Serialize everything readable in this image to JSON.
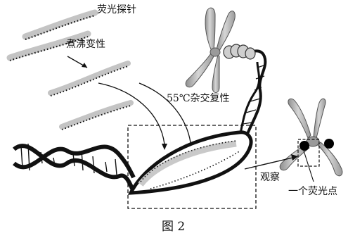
{
  "labels": {
    "probe": "荧光探针",
    "boil": "煮沸变性",
    "anneal": "55℃杂交复性",
    "observe": "观察",
    "spot": "一个荧光点"
  },
  "caption": "图 2",
  "colors": {
    "strand": "#111111",
    "probe_fill": "#c9c9c9",
    "chromosome": "#b9b9b9",
    "spot": "#000000"
  }
}
